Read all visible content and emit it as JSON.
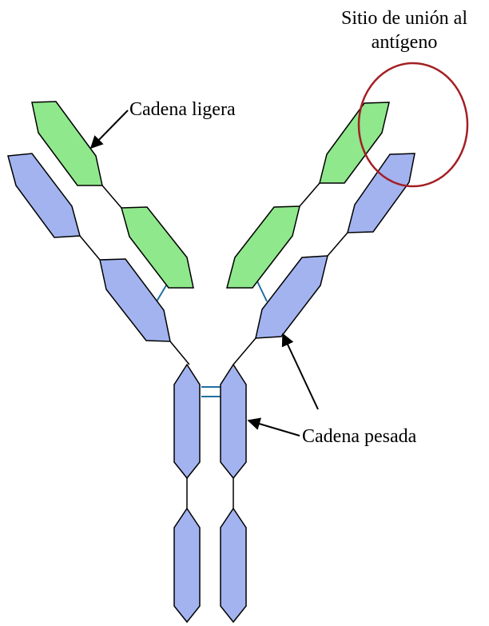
{
  "labels": {
    "light_chain": "Cadena ligera",
    "heavy_chain": "Cadena pesada",
    "binding_site_line1": "Sitio de unión al",
    "binding_site_line2": "antígeno"
  },
  "colors": {
    "light_chain_fill": "#8fe88c",
    "heavy_chain_fill": "#a2b3ef",
    "outline": "#000000",
    "disulfide_bond": "#1f6fa0",
    "binding_site_circle": "#a31f24"
  }
}
